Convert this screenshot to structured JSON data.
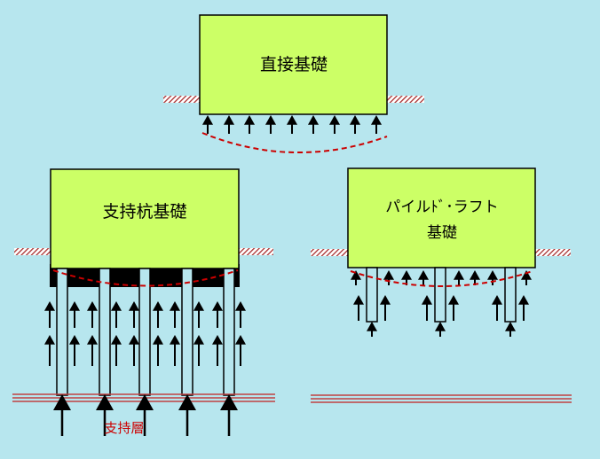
{
  "labels": {
    "direct_foundation": "直接基礎",
    "pile_foundation": "支持杭基礎",
    "piled_raft_line1": "パイルﾄﾞ･ラフト",
    "piled_raft_line2": "基礎",
    "bearing_layer": "支持層"
  },
  "colors": {
    "background": "#b7e6ee",
    "box_fill": "#ccff66",
    "ground_hatch": "#a52a2a",
    "dashed_curve": "#cc0000",
    "bearing_label": "#cc0000",
    "bearing_lines": "#c04040",
    "arrow": "#000000",
    "pile_fill": "#b7e6ee"
  }
}
